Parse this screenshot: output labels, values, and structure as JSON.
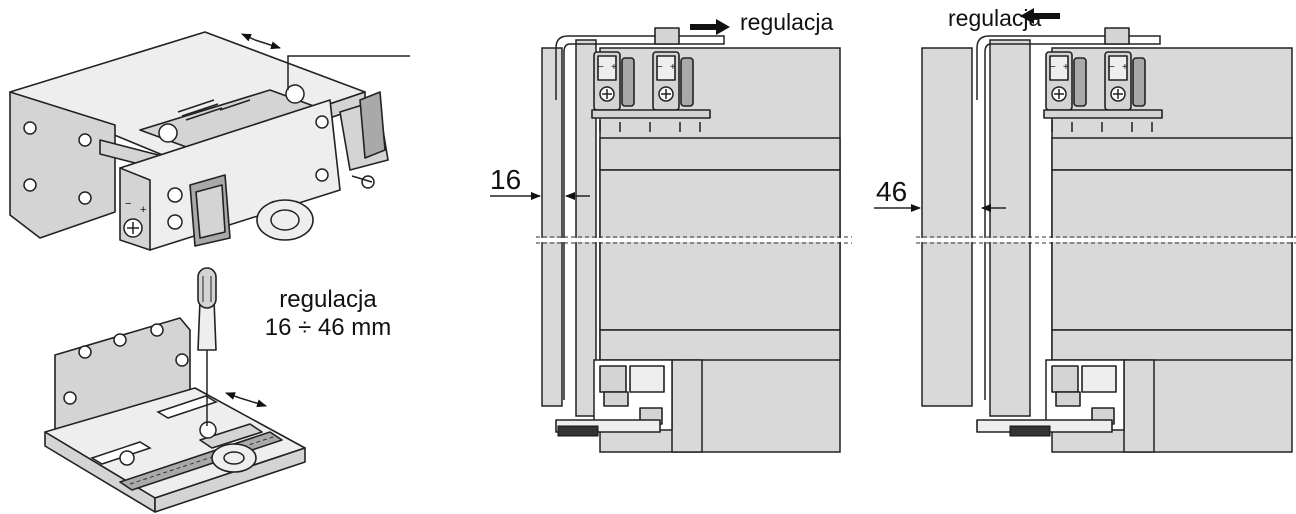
{
  "labels": {
    "adjustment_center_line1": "regulacja",
    "adjustment_center_line2": "16 ÷ 46 mm",
    "adjustment_left_view": "regulacja",
    "adjustment_right_view": "regulacja",
    "dimension_left": "16",
    "dimension_right": "46"
  }
}
